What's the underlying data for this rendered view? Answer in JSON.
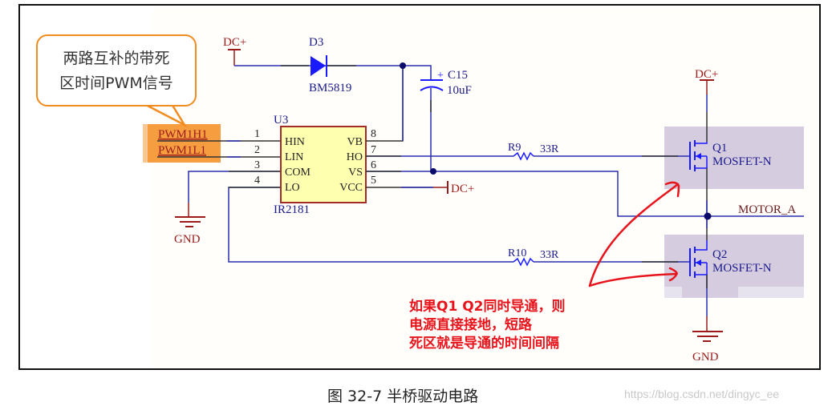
{
  "callout": {
    "line1": "两路互补的带死",
    "line2": "区时间PWM信号"
  },
  "inputs": {
    "pwm_high": "PWM1H1",
    "pwm_low": "PWM1L1"
  },
  "power": {
    "dc_plus": "DC+",
    "gnd": "GND"
  },
  "diode": {
    "ref": "D3",
    "part": "BM5819"
  },
  "capacitor": {
    "ref": "C15",
    "value": "10uF",
    "polarity": "+"
  },
  "driver": {
    "ref": "U3",
    "part": "IR2181",
    "pins_left": [
      {
        "num": "1",
        "name": "HIN"
      },
      {
        "num": "2",
        "name": "LIN"
      },
      {
        "num": "3",
        "name": "COM"
      },
      {
        "num": "4",
        "name": "LO"
      }
    ],
    "pins_right": [
      {
        "num": "8",
        "name": "VB"
      },
      {
        "num": "7",
        "name": "HO"
      },
      {
        "num": "6",
        "name": "VS"
      },
      {
        "num": "5",
        "name": "VCC"
      }
    ]
  },
  "resistors": [
    {
      "ref": "R9",
      "value": "33R"
    },
    {
      "ref": "R10",
      "value": "33R"
    }
  ],
  "mosfets": [
    {
      "ref": "Q1",
      "part": "MOSFET-N"
    },
    {
      "ref": "Q2",
      "part": "MOSFET-N"
    }
  ],
  "net_labels": {
    "motor": "MOTOR_A"
  },
  "annotation": {
    "line1": "如果Q1  Q2同时导通，则",
    "line2": "电源直接接地，短路",
    "line3": "死区就是导通的时间间隔"
  },
  "caption": "图 32-7 半桥驱动电路",
  "watermark": "https://blog.csdn.net/dingyc_ee",
  "colors": {
    "wire": "#2b2fb0",
    "power_symbol": "#9b1b1b",
    "component_body": "#ffffb0",
    "component_border": "#a52a2a",
    "highlight": "#f5922b",
    "mosfet_bg": "#d5cce0",
    "annotation": "#e8141c",
    "callout_border": "#f28c1e"
  }
}
